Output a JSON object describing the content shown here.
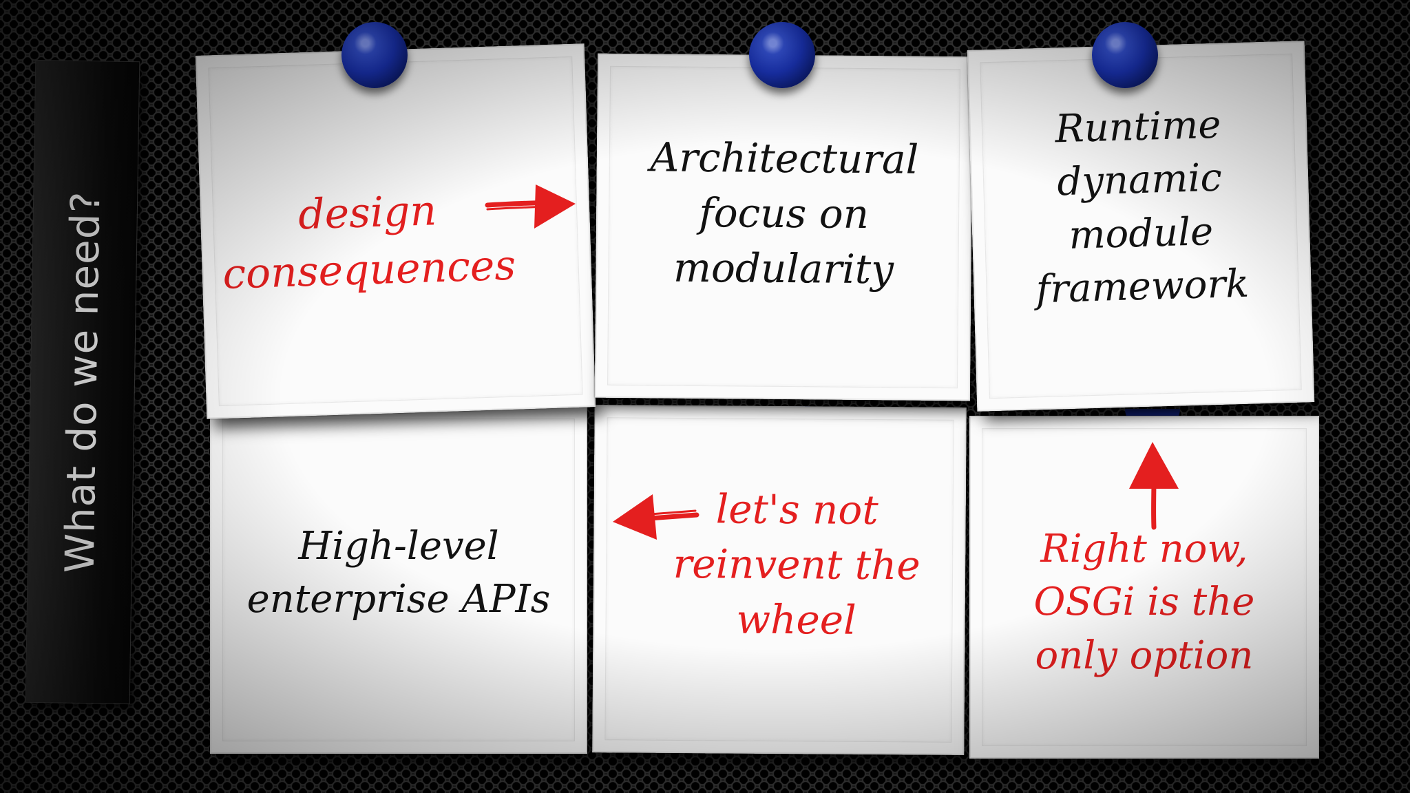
{
  "slide": {
    "side_title": "What do we need?"
  },
  "notes": {
    "design_consequences": {
      "text": "design\nconsequences",
      "ink": "#e41f1f"
    },
    "architectural_focus": {
      "text": "Architectural\nfocus on\nmodularity",
      "ink": "#121212"
    },
    "runtime_framework": {
      "text": "Runtime\ndynamic\nmodule\nframework",
      "ink": "#121212"
    },
    "enterprise_apis": {
      "text": "High-level\nenterprise APIs",
      "ink": "#121212"
    },
    "not_reinvent": {
      "text": "let's not\nreinvent the\nwheel",
      "ink": "#e41f1f"
    },
    "osgi_option": {
      "text": "Right now,\nOSGi is the\nonly option",
      "ink": "#e41f1f"
    }
  },
  "colors": {
    "background": "#161616",
    "note_paper": "#fbfbfb",
    "pin_blue": "#1a33b4",
    "red_ink": "#e41f1f",
    "black_ink": "#121212"
  },
  "icons": [
    "push-pin-icon",
    "arrow-right-icon",
    "arrow-left-icon",
    "arrow-up-icon"
  ]
}
